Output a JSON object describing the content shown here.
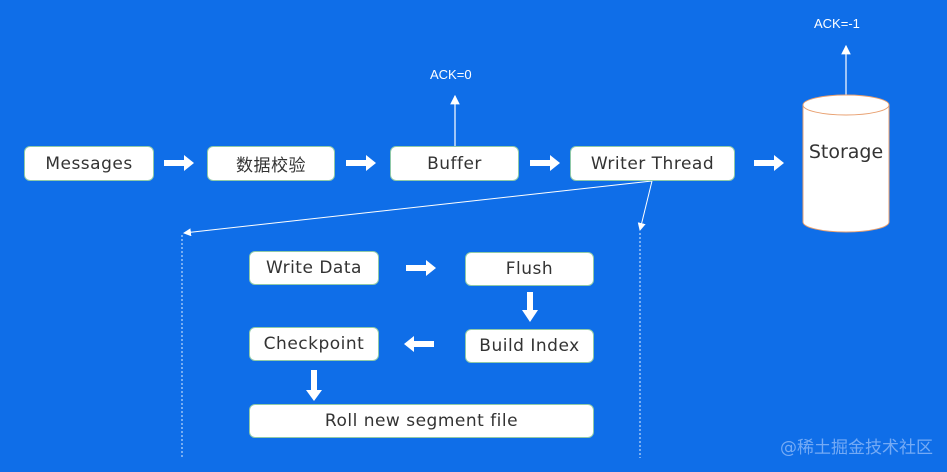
{
  "pipeline": {
    "messages": "Messages",
    "validate": "数据校验",
    "buffer": "Buffer",
    "writer_thread": "Writer Thread",
    "storage": "Storage"
  },
  "acks": {
    "buffer_ack": "ACK=0",
    "storage_ack": "ACK=-1"
  },
  "writer_steps": {
    "write_data": "Write Data",
    "flush": "Flush",
    "build_index": "Build Index",
    "checkpoint": "Checkpoint",
    "roll_segment": "Roll new segment file"
  },
  "watermark": "@稀土掘金技术社区",
  "colors": {
    "background": "#0f6ee8",
    "box": "#ffffff",
    "cylinder_outline": "#e8a070"
  }
}
